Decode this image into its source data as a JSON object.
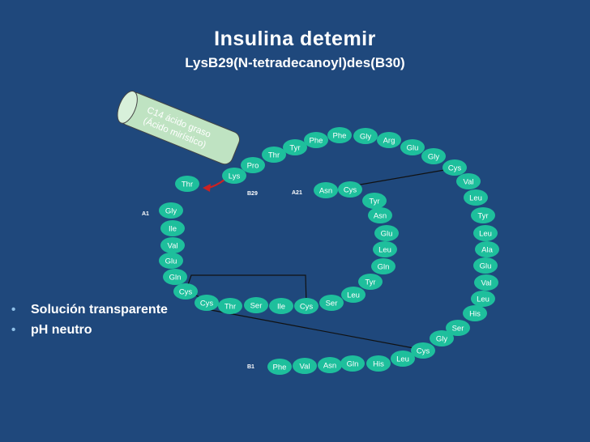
{
  "title": "Insulina detemir",
  "subtitle": "LysB29(N-tetradecanoyl)des(B30)",
  "fatty_acid_label": [
    "C14 ácido graso",
    "(Ácido mirístico)"
  ],
  "chain_labels": {
    "a1": "A1",
    "a21": "A21",
    "b1": "B1",
    "b29": "B29"
  },
  "residues": [
    "Thr",
    "Lys",
    "Pro",
    "Thr",
    "Tyr",
    "Phe",
    "Phe",
    "Gly",
    "Arg",
    "Glu",
    "Gly",
    "Cys",
    "Val",
    "Leu",
    "Tyr",
    "Leu",
    "Ala",
    "Glu",
    "Val",
    "Leu",
    "His",
    "Ser",
    "Gly",
    "Cys",
    "Leu",
    "His",
    "Gln",
    "Asn",
    "Val",
    "Phe",
    "Gly",
    "Ile",
    "Val",
    "Glu",
    "Gln",
    "Cys",
    "Cys",
    "Thr",
    "Ser",
    "Ile",
    "Cys",
    "Ser",
    "Leu",
    "Tyr",
    "Gln",
    "Leu",
    "Glu",
    "Asn",
    "Tyr",
    "Cys",
    "Asn"
  ],
  "bullets": [
    "Solución transparente",
    "pH neutro"
  ],
  "colors": {
    "background": "#1f487c",
    "residue": "#1ebf9c",
    "link": "#111111",
    "arrow": "#cc2222",
    "cylinder": "#bfe3c2"
  }
}
